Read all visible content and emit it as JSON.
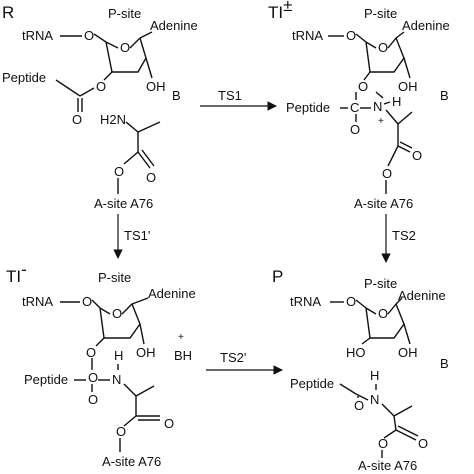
{
  "panels": {
    "r": {
      "label": "R",
      "trna": "tRNA",
      "psite": "P-site",
      "adenine": "Adenine",
      "peptide": "Peptide",
      "b": "B",
      "asite": "A-site A76",
      "o1": "O",
      "o2": "O",
      "o3": "O",
      "o4": "O",
      "o5": "O",
      "o6": "O",
      "oh": "OH",
      "h2n": "H2N"
    },
    "ti_pm": {
      "label": "TI",
      "label_sup": "±",
      "trna": "tRNA",
      "psite": "P-site",
      "adenine": "Adenine",
      "peptide": "Peptide",
      "b": "B",
      "asite": "A-site A76",
      "o1": "O",
      "o2": "O",
      "o3": "O",
      "o4": "O",
      "o5": "O",
      "o6": "O",
      "o7": "O",
      "oh": "OH",
      "c": "C",
      "n": "N",
      "h": "H",
      "plus": "+"
    },
    "ti_minus": {
      "label": "TI",
      "label_sup": "-",
      "trna": "tRNA",
      "psite": "P-site",
      "adenine": "Adenine",
      "peptide": "Peptide",
      "bh": "BH",
      "bh_plus": "+",
      "asite": "A-site A76",
      "o1": "O",
      "o2": "O",
      "o3": "O",
      "o4": "O",
      "o5": "O",
      "o6": "O",
      "o7": "O",
      "oh": "OH",
      "c": "C",
      "n": "N",
      "h": "H"
    },
    "p": {
      "label": "P",
      "trna": "tRNA",
      "psite": "P-site",
      "adenine": "Adenine",
      "peptide": "Peptide",
      "b": "B",
      "asite": "A-site A76",
      "o1": "O",
      "o2": "O",
      "o3": "O",
      "o4": "O",
      "o5": "O",
      "ho": "HO",
      "oh": "OH",
      "n": "N",
      "h": "H"
    }
  },
  "arrows": {
    "ts1": "TS1",
    "ts1_prime": "TS1'",
    "ts2": "TS2",
    "ts2_prime": "TS2'"
  }
}
